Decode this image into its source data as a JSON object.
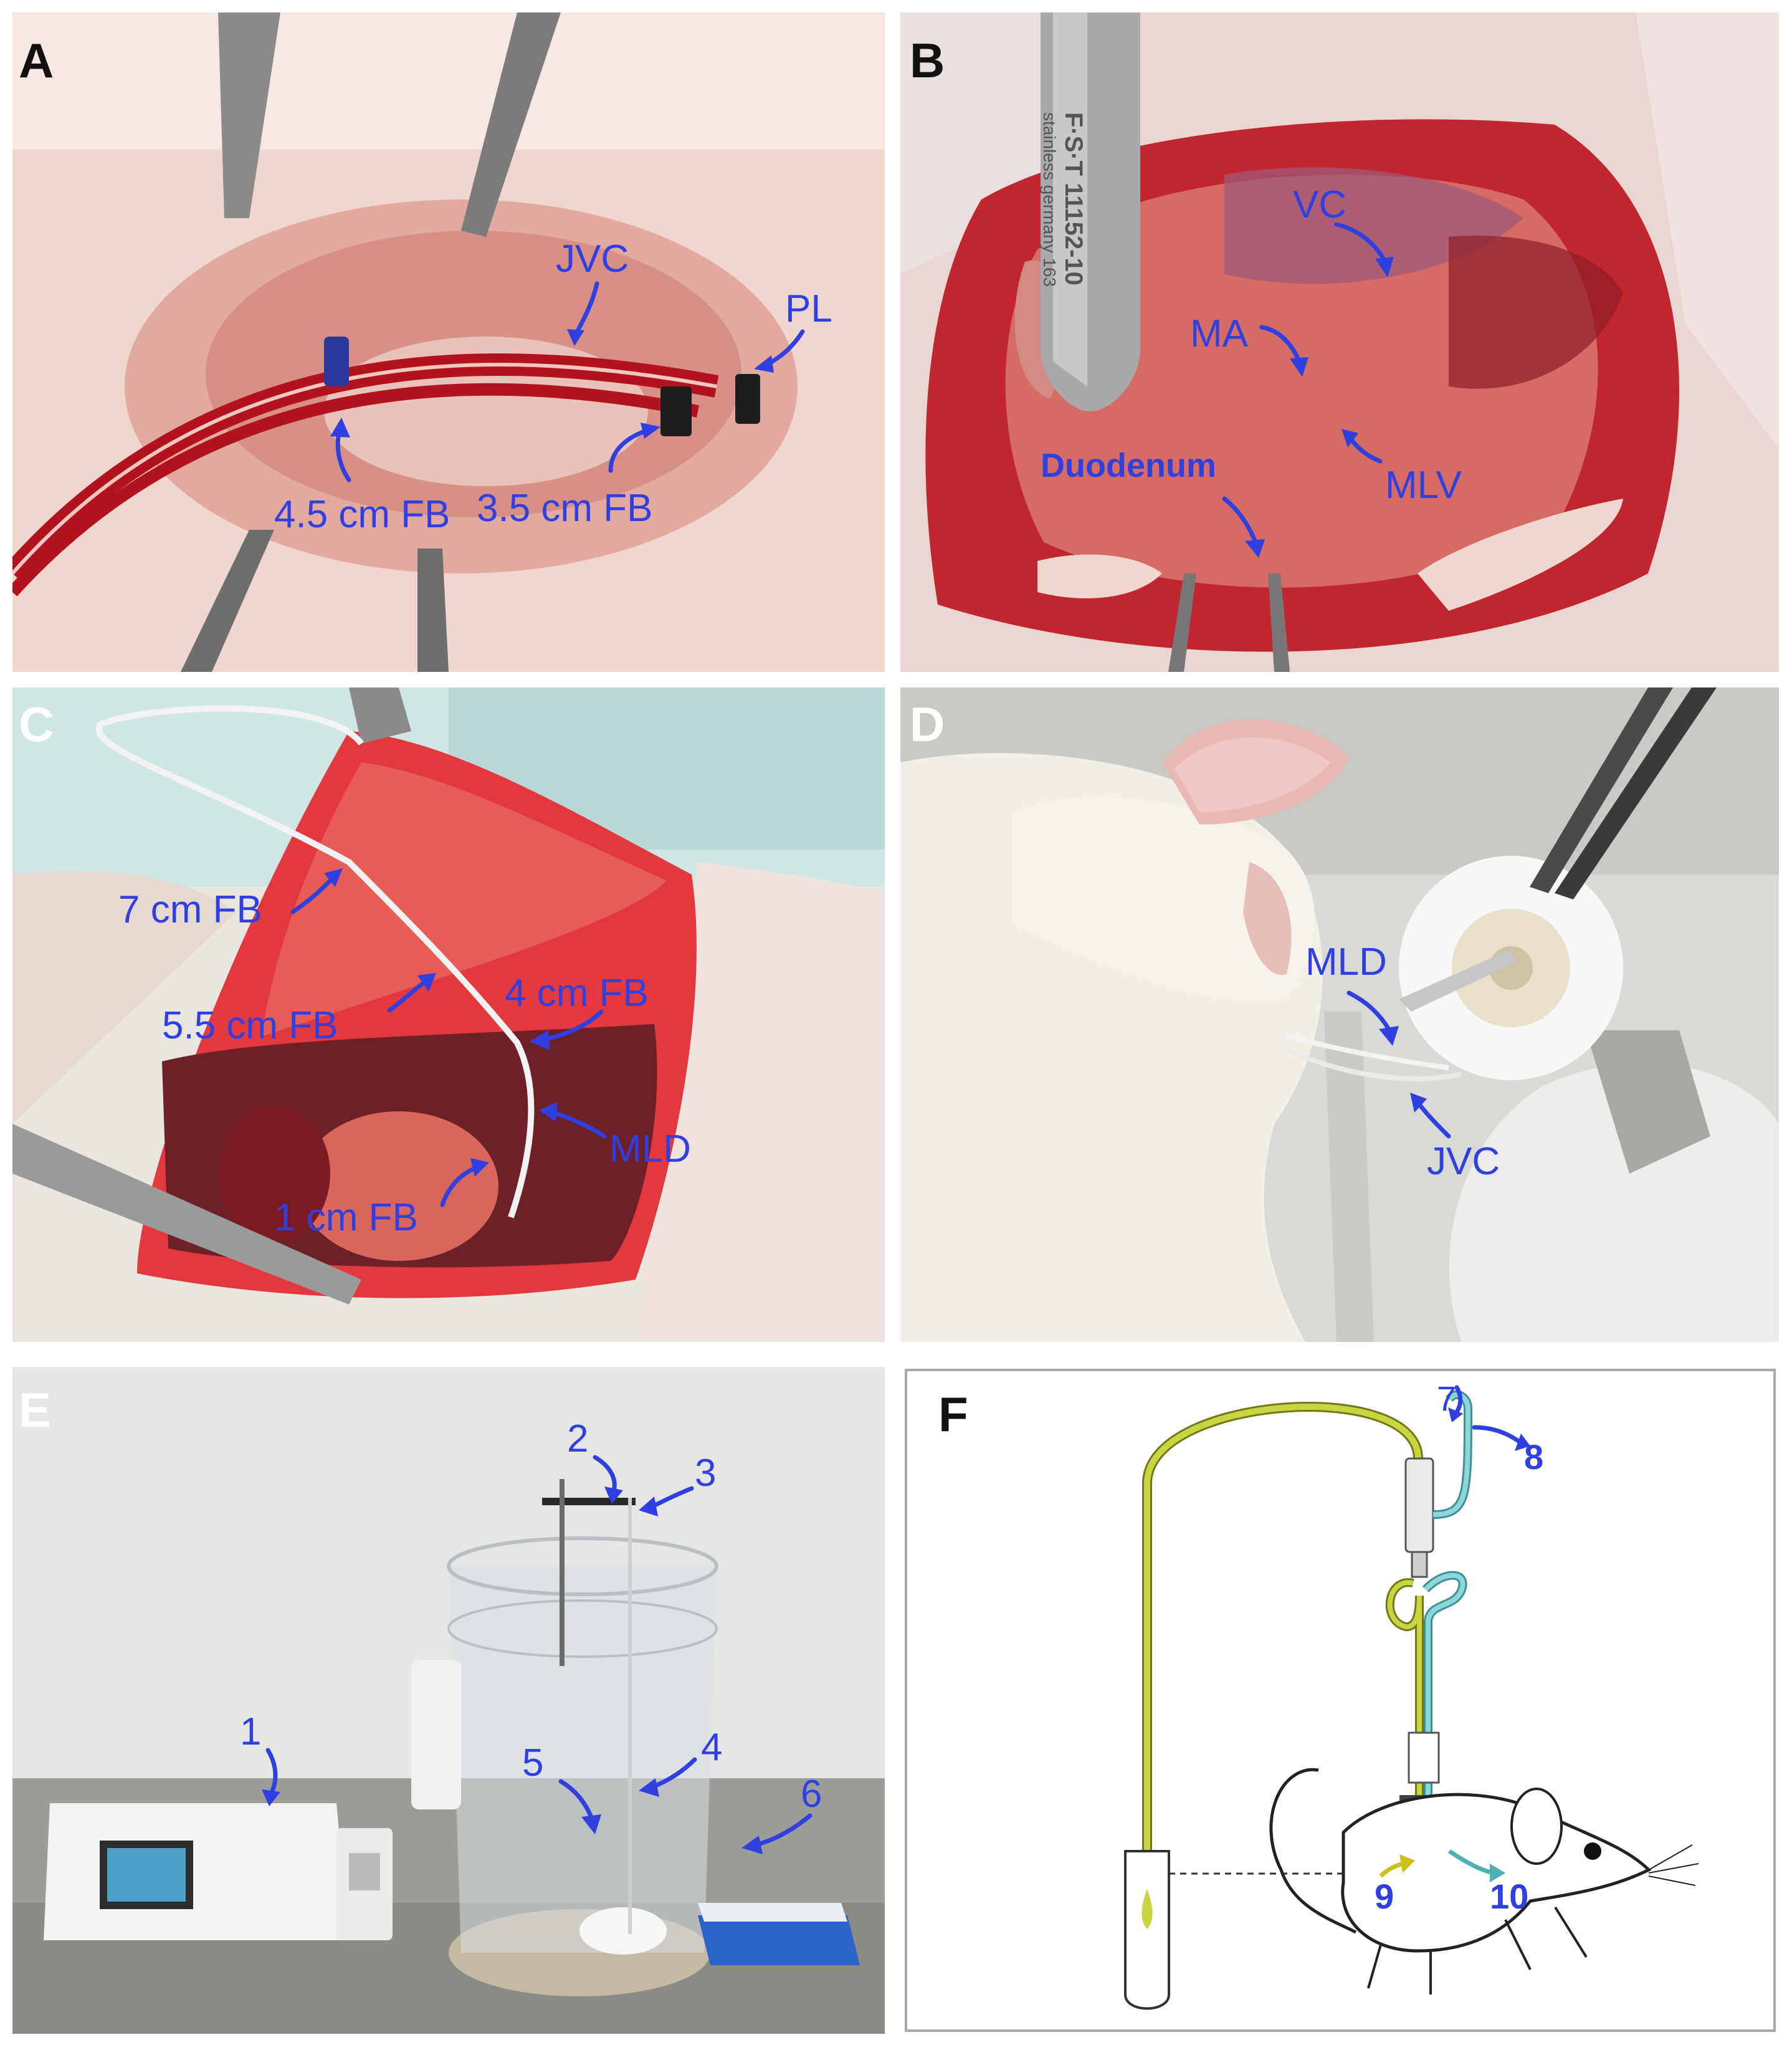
{
  "colors": {
    "label_blue": "#2f3fe0",
    "tissue_red": "#c8343a",
    "skin_pink": "#efd2cc",
    "tube_yellow": "#c6d23a",
    "tube_teal": "#6cc4c8"
  },
  "panels": {
    "A": {
      "letter": "A",
      "labels": {
        "jvc": "JVC",
        "pl": "PL",
        "fb45": "4.5 cm FB",
        "fb35": "3.5 cm FB"
      }
    },
    "B": {
      "letter": "B",
      "labels": {
        "vc": "VC",
        "ma": "MA",
        "mlv": "MLV",
        "duodenum": "Duodenum"
      },
      "instrument_text": [
        "F·S·T 11152-10",
        "stainless germany 163"
      ]
    },
    "C": {
      "letter": "C",
      "labels": {
        "fb7": "7 cm FB",
        "fb55": "5.5 cm FB",
        "fb4": "4 cm FB",
        "mld": "MLD",
        "fb1": "1 cm FB"
      }
    },
    "D": {
      "letter": "D",
      "labels": {
        "mld": "MLD",
        "jvc": "JVC"
      }
    },
    "E": {
      "letter": "E",
      "numbers": [
        "1",
        "2",
        "3",
        "4",
        "5",
        "6"
      ]
    },
    "F": {
      "letter": "F",
      "numbers": [
        "7",
        "8",
        "9",
        "10"
      ]
    }
  }
}
